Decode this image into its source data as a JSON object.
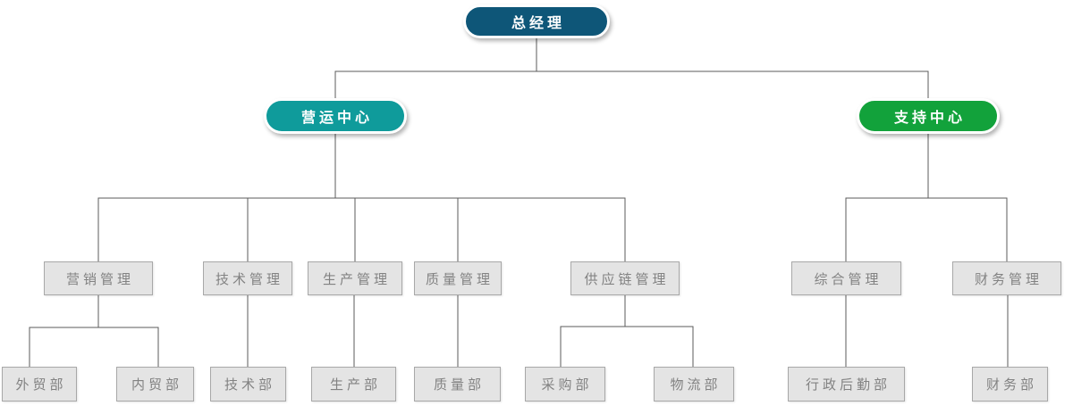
{
  "colors": {
    "root-fill": "#0e5678",
    "operations-fill": "#0f9b9b",
    "support-fill": "#12a23b",
    "pill-text": "#ffffff",
    "dept-fill": "#e4e4e4",
    "dept-border": "#a8a8a8",
    "dept-text": "#828282",
    "line": "#5b5b5b"
  },
  "tree": {
    "root": {
      "label": "总经理"
    },
    "branches": [
      {
        "label": "营运中心",
        "departments": [
          {
            "label": "营销管理",
            "children": [
              "外贸部",
              "内贸部"
            ]
          },
          {
            "label": "技术管理",
            "children": [
              "技术部"
            ]
          },
          {
            "label": "生产管理",
            "children": [
              "生产部"
            ]
          },
          {
            "label": "质量管理",
            "children": [
              "质量部"
            ]
          },
          {
            "label": "供应链管理",
            "children": [
              "采购部",
              "物流部"
            ]
          }
        ]
      },
      {
        "label": "支持中心",
        "departments": [
          {
            "label": "综合管理",
            "children": [
              "行政后勤部"
            ]
          },
          {
            "label": "财务管理",
            "children": [
              "财务部"
            ]
          }
        ]
      }
    ]
  }
}
